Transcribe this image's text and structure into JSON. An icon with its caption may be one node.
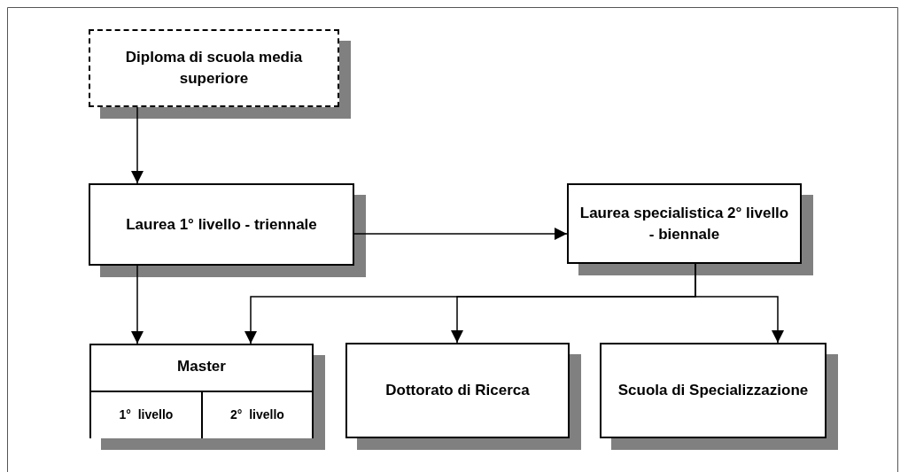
{
  "diagram": {
    "nodes": [
      {
        "text": [
          "Diploma di scuola media superiore"
        ]
      },
      {
        "text": [
          "Laurea 1° livello - triennale"
        ]
      },
      {
        "text": [
          "Laurea specialistica 2° livello - biennale"
        ]
      },
      {
        "text": [
          "Master"
        ]
      },
      {
        "text": [
          "1°  livello"
        ],
        "in": 3
      },
      {
        "text": [
          "2°  livello"
        ],
        "in": 3
      },
      {
        "text": [
          "Dottorato di Ricerca"
        ]
      },
      {
        "text": [
          "Scuola di Specializzazione"
        ]
      }
    ],
    "edges": [
      {
        "from": 0,
        "to": 1,
        "arrow": "to"
      },
      {
        "from": 1,
        "to": 2,
        "arrow": "to"
      },
      {
        "from": 1,
        "to": 3,
        "arrow": "to"
      },
      {
        "from": 2,
        "to": 3,
        "arrow": "to"
      },
      {
        "from": 2,
        "to": 6,
        "arrow": "to"
      },
      {
        "from": 2,
        "to": 7,
        "arrow": "to"
      }
    ]
  }
}
